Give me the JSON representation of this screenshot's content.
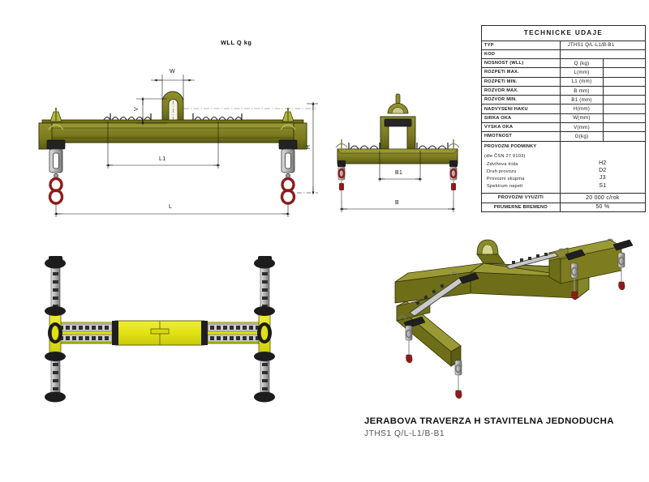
{
  "drawing": {
    "wll_label": "WLL Q  kg",
    "front_view": {
      "dim_w": "W",
      "dim_v": "V",
      "dim_l1": "L1",
      "dim_l": "L",
      "dim_h": "H"
    },
    "side_view": {
      "dim_b1": "B1",
      "dim_b": "B"
    }
  },
  "table": {
    "title": "TECHNICKE UDAJE",
    "rows": [
      {
        "label": "TYP",
        "symbol": "JTHS1  Q/L-L1/B-B1",
        "value": "",
        "span": 2
      },
      {
        "label": "KOD",
        "symbol": "",
        "value": "",
        "span": 2
      },
      {
        "label": "NOSNOST (WLL)",
        "symbol": "Q (kg)",
        "value": ""
      },
      {
        "label": "ROZPETI MAX.",
        "symbol": "L(mm)",
        "value": ""
      },
      {
        "label": "ROZPETI MIN.",
        "symbol": "L1 (mm)",
        "value": ""
      },
      {
        "label": "ROZVOR MAX.",
        "symbol": "B mm)",
        "value": ""
      },
      {
        "label": "ROZVOR MIN.",
        "symbol": "B1 (mm)",
        "value": ""
      },
      {
        "label": "NADVYSENI HAKU",
        "symbol": "H(mm)",
        "value": ""
      },
      {
        "label": "SIRKA OKA",
        "symbol": "W(mm)",
        "value": ""
      },
      {
        "label": "VYSKA OKA",
        "symbol": "V(mm)",
        "value": ""
      },
      {
        "label": "HMOTNOST",
        "symbol": "G(kg)",
        "value": ""
      }
    ],
    "conditions": {
      "header": "PROVOZNI PODMINKY",
      "standard": "(dle ČSN 27 0103)",
      "items": [
        {
          "name": "Zdvihova trida",
          "value": "H2"
        },
        {
          "name": "Druh provozu",
          "value": "D2"
        },
        {
          "name": "Provozni skupina",
          "value": "J3"
        },
        {
          "name": "Spektrum napeti",
          "value": "S1"
        }
      ]
    },
    "footer_rows": [
      {
        "label": "PROVOZNI VYUZITI",
        "value": "20 000 c/rok"
      },
      {
        "label": "PRUMERNE BREMENO",
        "value": "50 %"
      }
    ]
  },
  "caption": {
    "title": "JERABOVA TRAVERZA H STAVITELNA JEDNODUCHA",
    "subtitle": "JTHS1 Q/L-L1/B-B1"
  },
  "colors": {
    "beam_olive": "#7d7d20",
    "beam_olive_dark": "#5f5f16",
    "beam_top": "#8c8c2c",
    "beam_yellow": "#e6e61a",
    "hook_red": "#8e1b1b",
    "steel_grey": "#b9b9b9",
    "steel_dark": "#2b2b2b",
    "line": "#1a1a1a"
  }
}
